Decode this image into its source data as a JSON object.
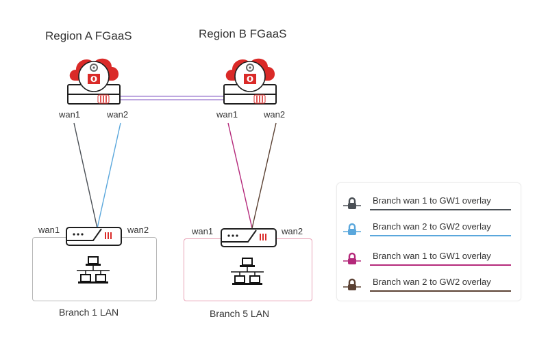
{
  "regions": [
    {
      "title": "Region A FGaaS",
      "ports": [
        "wan1",
        "wan2"
      ]
    },
    {
      "title": "Region B FGaaS",
      "ports": [
        "wan1",
        "wan2"
      ]
    }
  ],
  "branches": [
    {
      "label": "Branch 1 LAN",
      "ports": [
        "wan1",
        "wan2"
      ],
      "border_color": "#b8b8b8"
    },
    {
      "label": "Branch 5 LAN",
      "ports": [
        "wan1",
        "wan2"
      ],
      "border_color": "#e8a0b4"
    }
  ],
  "links": [
    {
      "name": "branch1-wan1-to-gw1",
      "color": "#4a4f55"
    },
    {
      "name": "branch1-wan2-to-gw2",
      "color": "#5aa7dc"
    },
    {
      "name": "branch5-wan1-to-gw1",
      "color": "#b4287a"
    },
    {
      "name": "branch5-wan2-to-gw2",
      "color": "#5a4032"
    },
    {
      "name": "inter-region-link",
      "color": "#a88bd6"
    }
  ],
  "legend": [
    {
      "label": "Branch wan 1 to GW1 overlay",
      "color": "#4a4f55",
      "icon": "lock-icon"
    },
    {
      "label": "Branch wan 2 to GW2 overlay",
      "color": "#5aa7dc",
      "icon": "lock-icon"
    },
    {
      "label": "Branch wan 1 to GW1 overlay",
      "color": "#b4287a",
      "icon": "lock-icon"
    },
    {
      "label": "Branch wan 2 to GW2 overlay",
      "color": "#5a4032",
      "icon": "lock-icon"
    }
  ],
  "colors": {
    "brand_red": "#da2a28",
    "device_outline": "#1e1e1e"
  }
}
